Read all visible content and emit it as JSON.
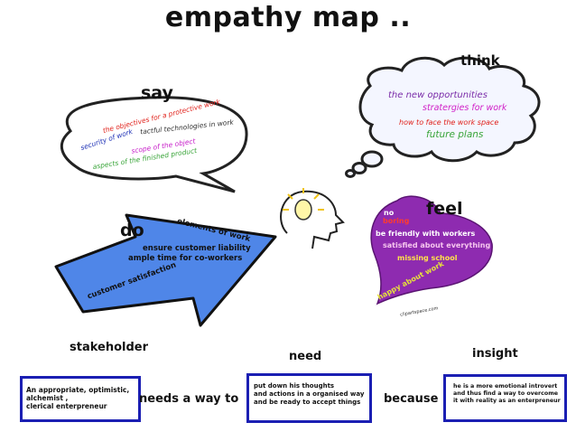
{
  "title": "empathy map ..",
  "say": {
    "label": "say",
    "items": [
      {
        "text": "the objectives for a protective work",
        "color": "#e0201a"
      },
      {
        "text": "tactful technologies in work",
        "color": "#333333"
      },
      {
        "text": "security of work",
        "color": "#1c2fb5"
      },
      {
        "text": "scope of the object",
        "color": "#c71ec9"
      },
      {
        "text": "aspects of the finished product",
        "color": "#3aa53a"
      }
    ]
  },
  "think": {
    "label": "think",
    "items": [
      {
        "text": "the new opportunities",
        "color": "#7a2ca8"
      },
      {
        "text": "stratergies for work",
        "color": "#d01fc7"
      },
      {
        "text": "how to face the work space",
        "color": "#e0201a"
      },
      {
        "text": "future plans",
        "color": "#3aa53a"
      }
    ]
  },
  "do": {
    "label": "do",
    "items": [
      "elements of work",
      "ensure customer liability",
      "ample time for co-workers",
      "customer satisfaction"
    ]
  },
  "feel": {
    "label": "feel",
    "items": [
      {
        "text": "no",
        "color": "#ffffff"
      },
      {
        "text": "boring",
        "color": "#ff3b30"
      },
      {
        "text": "be friendly with workers",
        "color": "#ffffff"
      },
      {
        "text": "satisfied about everything",
        "color": "#f7c6ef"
      },
      {
        "text": "missing school",
        "color": "#ffe34a"
      },
      {
        "text": "happy about work",
        "color": "#e8e33a"
      }
    ],
    "watermark": "clipartspace.com"
  },
  "bottom": {
    "stakeholder": {
      "heading": "stakeholder",
      "text": [
        "An appropriate, optimistic,",
        "alchemist ,",
        "clerical enterpreneur"
      ]
    },
    "connector1": "needs a way to",
    "need": {
      "heading": "need",
      "text": [
        "put down his thoughts",
        "and actions in a organised way",
        "and be ready to accept things"
      ]
    },
    "connector2": "because",
    "insight": {
      "heading": "insight",
      "text": [
        "he is a more emotional introvert",
        "and thus find a way to overcome",
        "it with reality as an enterpreneur"
      ]
    }
  },
  "colors": {
    "arrow_blue": "#4f86e8",
    "heart_purple": "#8e2bb0",
    "box_border": "#1b1fb3"
  }
}
